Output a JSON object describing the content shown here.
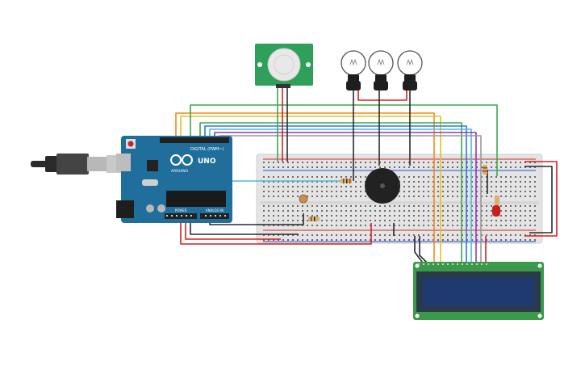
{
  "canvas": {
    "background": "#ffffff"
  },
  "arduino": {
    "brand_label": "ARDUINO",
    "model_label": "UNO",
    "digital_header_label": "DIGITAL (PWM~)",
    "power_header_label": "POWER",
    "analog_header_label": "ANALOG IN",
    "board_color": "#1f6e9c"
  },
  "pir_sensor": {
    "board_color": "#2ea05a",
    "dome_color": "#e8e8e8"
  },
  "lcd": {
    "frame_color": "#3a9a4a",
    "screen_color": "#1e3a6e"
  },
  "colors": {
    "breadboard": "#e4e4e4",
    "rail_red": "#d42a2a",
    "rail_blue": "#2a4fd4",
    "wire_red": "#d42020",
    "wire_black": "#2a2a2a",
    "wire_green": "#3aa84a",
    "wire_orange": "#f08a1a",
    "wire_yellow": "#e8c020",
    "wire_blue": "#2a7ad8",
    "wire_cyan": "#50b8d8",
    "wire_purple": "#8a3ac0",
    "wire_grey": "#9a9a9a",
    "buzzer": "#222222",
    "led": "#c81e1e",
    "resistor": "#d8b070",
    "photoresistor": "#c89050"
  },
  "icons": {
    "usb": "usb-cable-icon",
    "bulb": "light-bulb-icon",
    "buzzer": "piezo-buzzer-icon",
    "led": "led-icon",
    "resistor": "resistor-icon",
    "photoresistor": "photoresistor-icon",
    "lcd": "lcd-display-icon",
    "pir": "pir-sensor-icon"
  }
}
